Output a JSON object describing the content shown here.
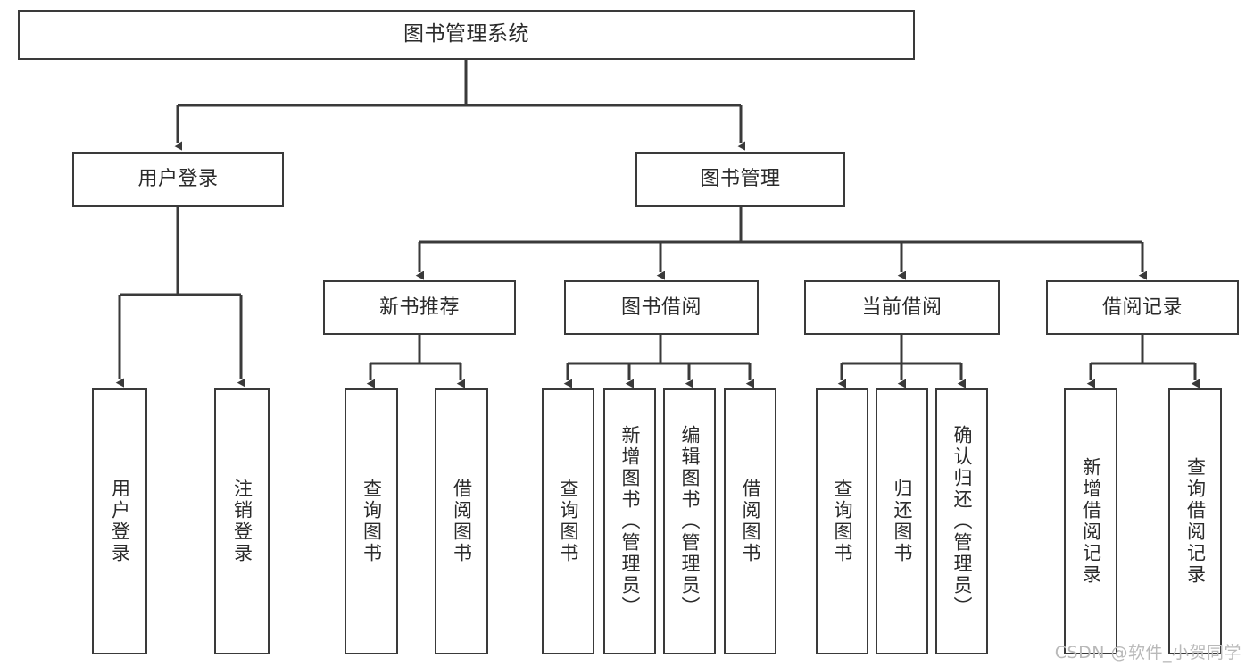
{
  "diagram": {
    "title": "图书管理系统",
    "type": "tree",
    "orientation": "top-down",
    "watermark": "CSDN @软件_小贺同学",
    "colors": {
      "box_border": "#3a3a3a",
      "box_fill": "#ffffff",
      "edge": "#3a3a3a",
      "text": "#2b2b2b",
      "watermark": "#b9b9b9",
      "background": "#ffffff"
    },
    "nodes": {
      "root": {
        "label": "图书管理系统",
        "level": 1
      },
      "l2": [
        {
          "id": "user_login",
          "label": "用户登录",
          "level": 2
        },
        {
          "id": "book_manage",
          "label": "图书管理",
          "level": 2
        }
      ],
      "l3": [
        {
          "id": "new_book_rec",
          "label": "新书推荐",
          "level": 3,
          "parent": "book_manage"
        },
        {
          "id": "book_borrow",
          "label": "图书借阅",
          "level": 3,
          "parent": "book_manage"
        },
        {
          "id": "current_borrow",
          "label": "当前借阅",
          "level": 3,
          "parent": "book_manage"
        },
        {
          "id": "borrow_record",
          "label": "借阅记录",
          "level": 3,
          "parent": "book_manage"
        }
      ],
      "leaves": [
        {
          "id": "leaf_user_login",
          "label": "用户登录",
          "level": 3,
          "parent": "user_login"
        },
        {
          "id": "leaf_user_logout",
          "label": "注销登录",
          "level": 3,
          "parent": "user_login"
        },
        {
          "id": "leaf_rec_query",
          "label": "查询图书",
          "level": 4,
          "parent": "new_book_rec"
        },
        {
          "id": "leaf_rec_borrow",
          "label": "借阅图书",
          "level": 4,
          "parent": "new_book_rec"
        },
        {
          "id": "leaf_bb_query",
          "label": "查询图书",
          "level": 4,
          "parent": "book_borrow"
        },
        {
          "id": "leaf_bb_add",
          "label": "新增图书（管理员）",
          "level": 4,
          "parent": "book_borrow"
        },
        {
          "id": "leaf_bb_edit",
          "label": "编辑图书（管理员）",
          "level": 4,
          "parent": "book_borrow"
        },
        {
          "id": "leaf_bb_borrow",
          "label": "借阅图书",
          "level": 4,
          "parent": "book_borrow"
        },
        {
          "id": "leaf_cb_query",
          "label": "查询图书",
          "level": 4,
          "parent": "current_borrow"
        },
        {
          "id": "leaf_cb_return",
          "label": "归还图书",
          "level": 4,
          "parent": "current_borrow"
        },
        {
          "id": "leaf_cb_confirm",
          "label": "确认归还（管理员）",
          "level": 4,
          "parent": "current_borrow"
        },
        {
          "id": "leaf_br_add",
          "label": "新增借阅记录",
          "level": 4,
          "parent": "borrow_record"
        },
        {
          "id": "leaf_br_query",
          "label": "查询借阅记录",
          "level": 4,
          "parent": "borrow_record"
        }
      ]
    }
  }
}
